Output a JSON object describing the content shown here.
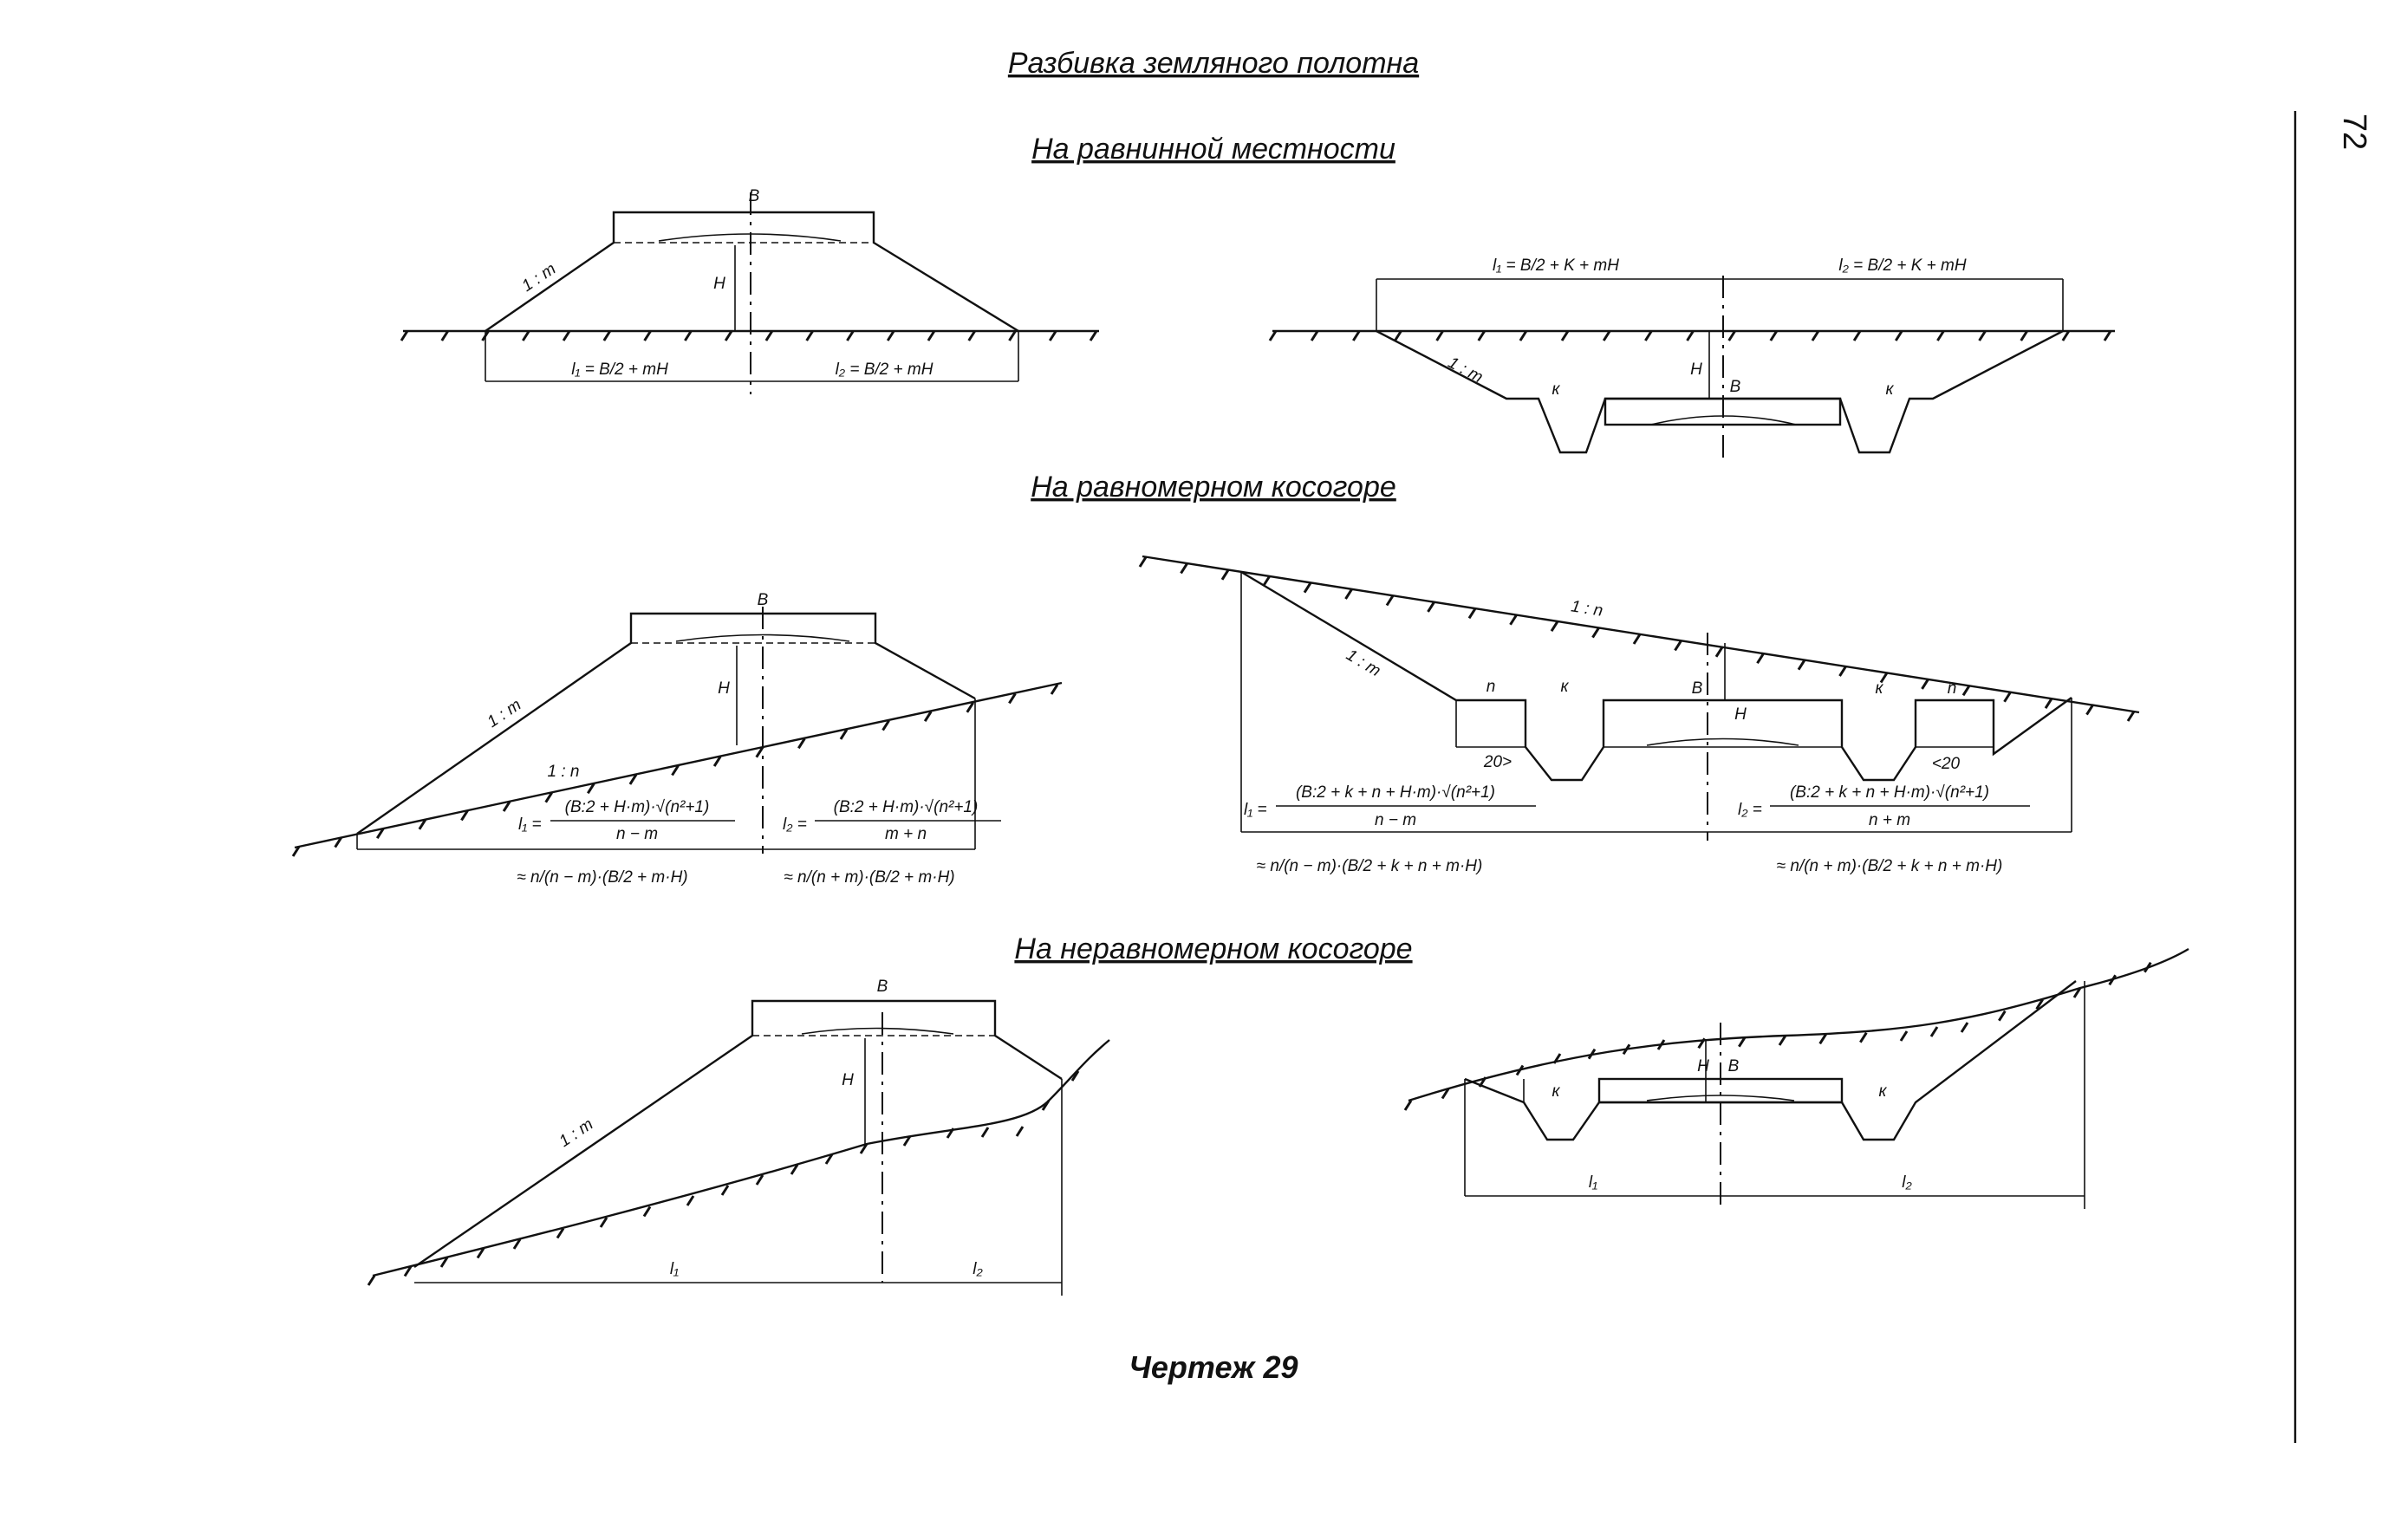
{
  "title": "Разбивка земляного полотна",
  "page_number": "72",
  "caption": "Чертеж 29",
  "sections": [
    {
      "title": "На равнинной местности"
    },
    {
      "title": "На равномерном косогоре"
    },
    {
      "title": "На неравномерном косогоре"
    }
  ],
  "labels": {
    "B": "B",
    "H": "H",
    "k": "к",
    "n": "n",
    "slope_m": "1 : m",
    "slope_n": "1 : n",
    "l1": "l₁",
    "l2": "l₂",
    "gt20": "20>",
    "lt20": "<20"
  },
  "formulas": {
    "flat_fill_l1": "l₁ = B/2 + mH",
    "flat_fill_l2": "l₂ = B/2 + mH",
    "flat_cut_l1": "l₁ = B/2 + K + mH",
    "flat_cut_l2": "l₂ = B/2 + K + mH",
    "slope_fill_l1": "l₁ = (B:2 + H·m)·√(n²+1) / (n − m) ≈ n/(n − m)·(B/2 + m·H)",
    "slope_fill_l2": "l₂ = (B:2 + H·m)·√(n²+1) / (m + n) ≈ n/(n + m)·(B/2 + m·H)",
    "slope_cut_l1": "l₁ = (B:2 + k + n + H·m)·√(n²+1) / (n − m) ≈ n/(n − m)·(B/2 + k + n + m·H)",
    "slope_cut_l2": "l₂ = (B:2 + k + n + H·m)·√(n²+1) / (n + m) ≈ n/(n + m)·(B/2 + k + n + m·H)"
  },
  "formula_parts": {
    "l1": "l₁ =",
    "l2": "l₂ =",
    "fill_num": "(B:2 + H·m)·√(n²+1)",
    "cut_num": "(B:2 + k + n + H·m)·√(n²+1)",
    "den_n_minus_m": "n − m",
    "den_m_plus_n": "m + n",
    "den_n_plus_m": "n + m",
    "approx": "≈",
    "approx_fill_1": "≈ n/(n − m)·(B/2 + m·H)",
    "approx_fill_2": "≈ n/(n + m)·(B/2 + m·H)",
    "approx_cut_1": "≈ n/(n − m)·(B/2 + k + n + m·H)",
    "approx_cut_2": "≈ n/(n + m)·(B/2 + k + n + m·H)"
  }
}
